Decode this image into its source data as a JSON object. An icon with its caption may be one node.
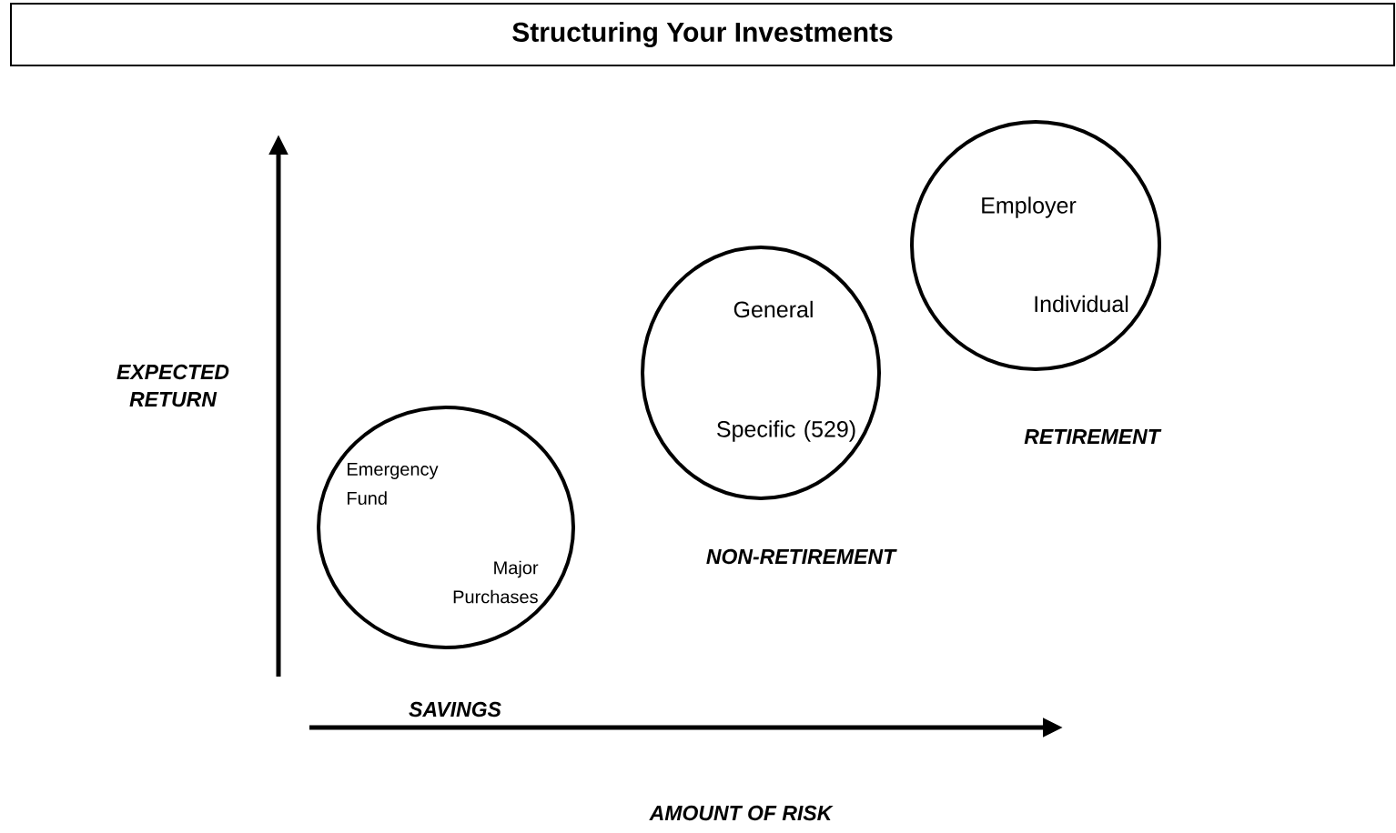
{
  "diagram": {
    "title": "Structuring Your Investments",
    "nodes": [
      {
        "text": [
          "Emergency Fund",
          "Major Purchases"
        ],
        "beside": [
          "SAVINGS"
        ]
      },
      {
        "text": [
          "General",
          "Specific (529)"
        ],
        "beside": [
          "NON-RETIREMENT"
        ]
      },
      {
        "text": [
          "Employer",
          "Individual"
        ],
        "beside": [
          "RETIREMENT"
        ]
      }
    ],
    "labels": [
      "EXPECTED RETURN",
      "AMOUNT OF RISK"
    ]
  }
}
